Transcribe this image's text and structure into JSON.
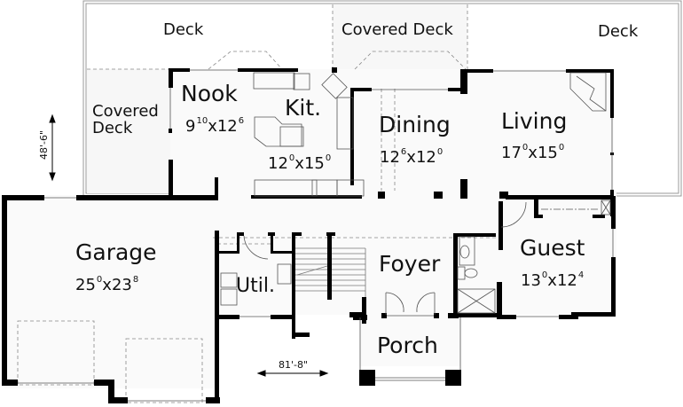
{
  "plan": {
    "type": "floor plan",
    "background": "#ffffff",
    "fill": "#fafafa",
    "wall_color": "#000000"
  },
  "rooms": {
    "deck_left": {
      "name": "Deck"
    },
    "covered_deck_top": {
      "name": "Covered Deck"
    },
    "deck_right": {
      "name": "Deck"
    },
    "covered_deck_left": {
      "name_line1": "Covered",
      "name_line2": "Deck"
    },
    "nook": {
      "name": "Nook",
      "w": "9",
      "w_in": "10",
      "d": "12",
      "d_in": "6"
    },
    "kitchen": {
      "name": "Kit.",
      "w": "12",
      "w_in": "0",
      "d": "15",
      "d_in": "0"
    },
    "dining": {
      "name": "Dining",
      "w": "12",
      "w_in": "6",
      "d": "12",
      "d_in": "0"
    },
    "living": {
      "name": "Living",
      "w": "17",
      "w_in": "0",
      "d": "15",
      "d_in": "0"
    },
    "garage": {
      "name": "Garage",
      "w": "25",
      "w_in": "0",
      "d": "23",
      "d_in": "8"
    },
    "utility": {
      "name": "Util."
    },
    "foyer": {
      "name": "Foyer"
    },
    "guest": {
      "name": "Guest",
      "w": "13",
      "w_in": "0",
      "d": "12",
      "d_in": "4"
    },
    "porch": {
      "name": "Porch"
    }
  },
  "dimensions": {
    "depth": "48'-6\"",
    "width": "81'-8\""
  },
  "x_sep": "x"
}
